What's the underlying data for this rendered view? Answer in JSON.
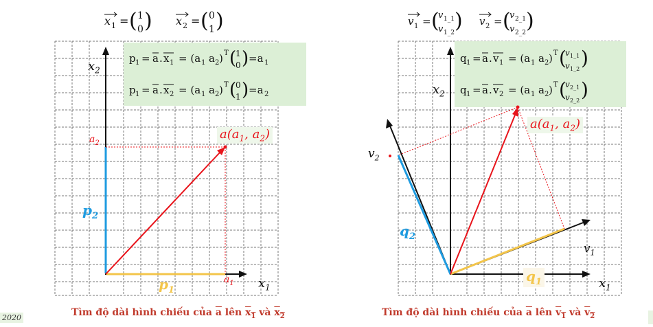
{
  "left": {
    "top_formula": "x̅₁ = (1 0)ᵀ    x̅₂ = (0 1)ᵀ",
    "eq1": "p₁ = a⃗ . x⃗₁ = (a₁  a₂)ᵀ(1 0) = a₁",
    "eq2": "p₁ = a⃗ . x⃗₂ = (a₁  a₂)ᵀ(0 1) = a₂",
    "axis_y": "x₂",
    "axis_x": "x₁",
    "point_label": "a(a₁, a₂)",
    "tick_a1": "a₁",
    "tick_a2": "a₂",
    "p1": "p₁",
    "p2": "p₂",
    "caption": "Tìm độ dài hình chiếu của a⃗ lên x⃗₁ và x⃗₂"
  },
  "right": {
    "top_formula": "v⃗₁ = (v₁_₁ v₁_₂)ᵀ   v⃗₂ = (v₂_₁ v₂_₂)ᵀ",
    "eq1": "q₁ = a⃗ . v⃗₁ = (a₁  a₂)ᵀ(v₁_₁ v₁_₂)",
    "eq2": "q₁ = a⃗ . v⃗₂ = (a₁  a₂)ᵀ(v₂_₁ v₂_₂)",
    "axis_y": "x₂",
    "axis_x": "x₁",
    "point_label": "a(a₁, a₂)",
    "v1": "v₁",
    "v2": "v₂",
    "q1": "q₁",
    "q2": "q₂",
    "caption": "Tìm độ dài hình chiếu của a⃗ lên v⃗₁ và v⃗₂"
  },
  "corner_badge": "2020",
  "colors": {
    "red": "#e8141b",
    "blue": "#1e9be0",
    "yellow": "#f3c54a",
    "grid": "#777777",
    "formula_bg": "#dcefd6",
    "caption": "#c0392b"
  }
}
